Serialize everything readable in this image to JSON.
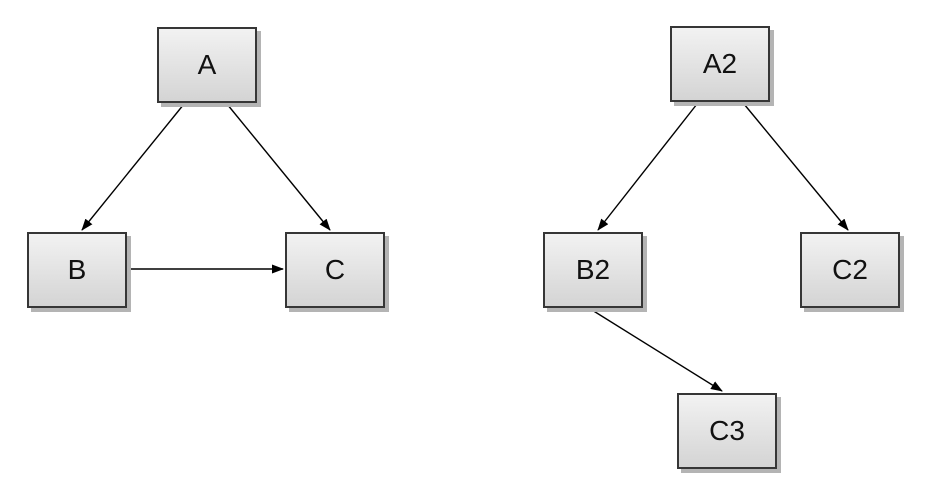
{
  "colors": {
    "background": "#ffffff",
    "node_fill_top": "#f2f2f2",
    "node_fill_bottom": "#d4d4d4",
    "node_border": "#363636",
    "node_shadow": "#b4b4b4",
    "edge": "#000000",
    "label_text": "#111111"
  },
  "diagrams": [
    {
      "id": "left-graph",
      "nodes": [
        {
          "id": "A",
          "label": "A"
        },
        {
          "id": "B",
          "label": "B"
        },
        {
          "id": "C",
          "label": "C"
        }
      ],
      "edges": [
        {
          "from": "A",
          "to": "B"
        },
        {
          "from": "A",
          "to": "C"
        },
        {
          "from": "B",
          "to": "C"
        }
      ]
    },
    {
      "id": "right-graph",
      "nodes": [
        {
          "id": "A2",
          "label": "A2"
        },
        {
          "id": "B2",
          "label": "B2"
        },
        {
          "id": "C2",
          "label": "C2"
        },
        {
          "id": "C3",
          "label": "C3"
        }
      ],
      "edges": [
        {
          "from": "A2",
          "to": "B2"
        },
        {
          "from": "A2",
          "to": "C2"
        },
        {
          "from": "B2",
          "to": "C3"
        }
      ]
    }
  ]
}
